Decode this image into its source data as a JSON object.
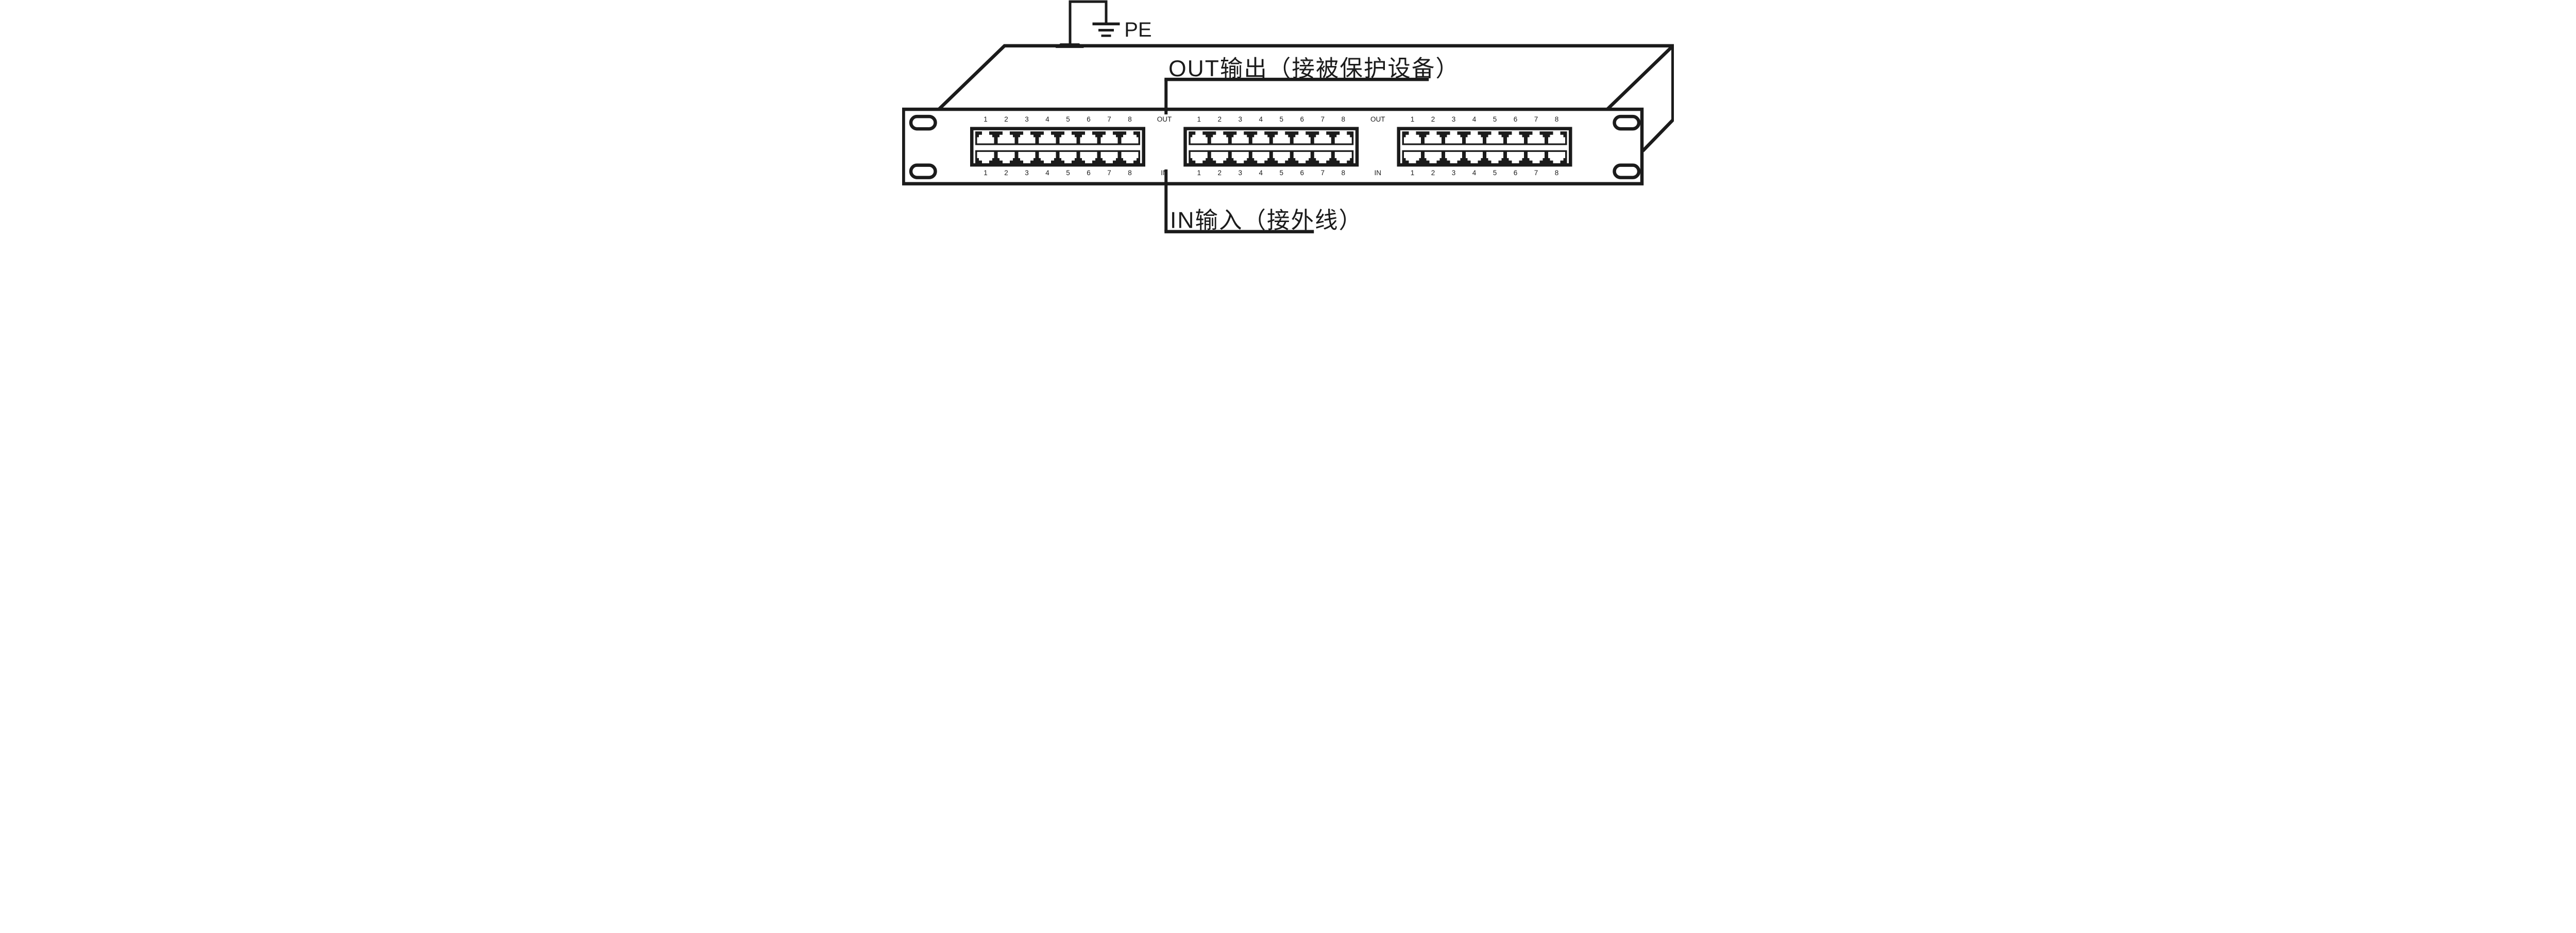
{
  "colors": {
    "ink": "#1b1b1b",
    "background": "#ffffff"
  },
  "ground": {
    "label": "PE"
  },
  "annotations": {
    "out": {
      "text": "OUT输出（接被保护设备）"
    },
    "in": {
      "text": "IN输入（接外线）"
    }
  },
  "row_labels": [
    {
      "top": "OUT",
      "bottom": "IN"
    },
    {
      "top": "OUT",
      "bottom": "IN"
    }
  ],
  "groups": [
    {
      "id": "port-group-1",
      "top_numbers": [
        "1",
        "2",
        "3",
        "4",
        "5",
        "6",
        "7",
        "8"
      ],
      "bottom_numbers": [
        "1",
        "2",
        "3",
        "4",
        "5",
        "6",
        "7",
        "8"
      ]
    },
    {
      "id": "port-group-2",
      "top_numbers": [
        "1",
        "2",
        "3",
        "4",
        "5",
        "6",
        "7",
        "8"
      ],
      "bottom_numbers": [
        "1",
        "2",
        "3",
        "4",
        "5",
        "6",
        "7",
        "8"
      ]
    },
    {
      "id": "port-group-3",
      "top_numbers": [
        "1",
        "2",
        "3",
        "4",
        "5",
        "6",
        "7",
        "8"
      ],
      "bottom_numbers": [
        "1",
        "2",
        "3",
        "4",
        "5",
        "6",
        "7",
        "8"
      ]
    }
  ]
}
